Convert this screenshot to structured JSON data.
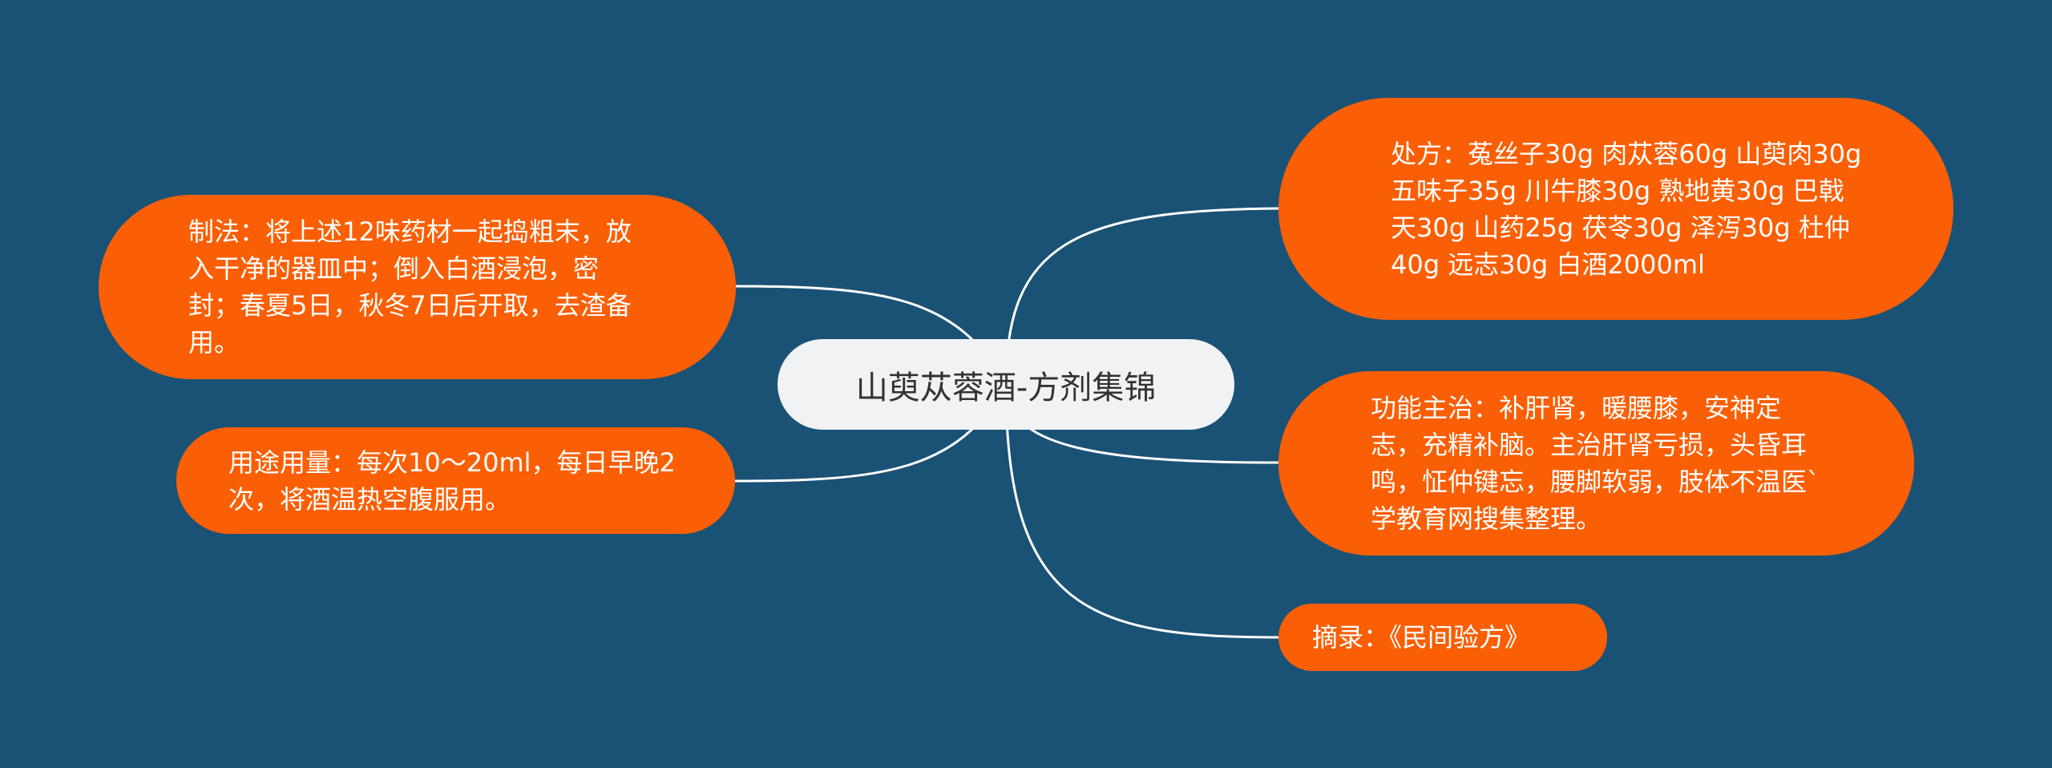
{
  "central_topic": "山萸苁蓉酒-方剂集锦",
  "colors": {
    "background": "#1a5276",
    "node_fill": "#fa5f05",
    "node_text": "#ffffff",
    "center_fill": "#f1f2f3",
    "center_text": "#333333",
    "link": "#ffffff"
  },
  "branches": {
    "preparation": "制法：将上述12味药材一起捣粗末，放入干净的器皿中；倒入白酒浸泡，密封；春夏5日，秋冬7日后开取，去渣备用。",
    "usage": "用途用量：每次10～20ml，每日早晚2次，将酒温热空腹服用。",
    "formula": "处方：菟丝子30g 肉苁蓉60g 山萸肉30g 五味子35g 川牛膝30g 熟地黄30g 巴戟天30g 山药25g 茯苓30g 泽泻30g 杜仲40g 远志30g 白酒2000ml",
    "function": "功能主治：补肝肾，暖腰膝，安神定志，充精补脑。主治肝肾亏损，头昏耳鸣，怔仲键忘，腰脚软弱，肢体不温医`学教育网搜集整理。",
    "source": "摘录：《民间验方》"
  }
}
